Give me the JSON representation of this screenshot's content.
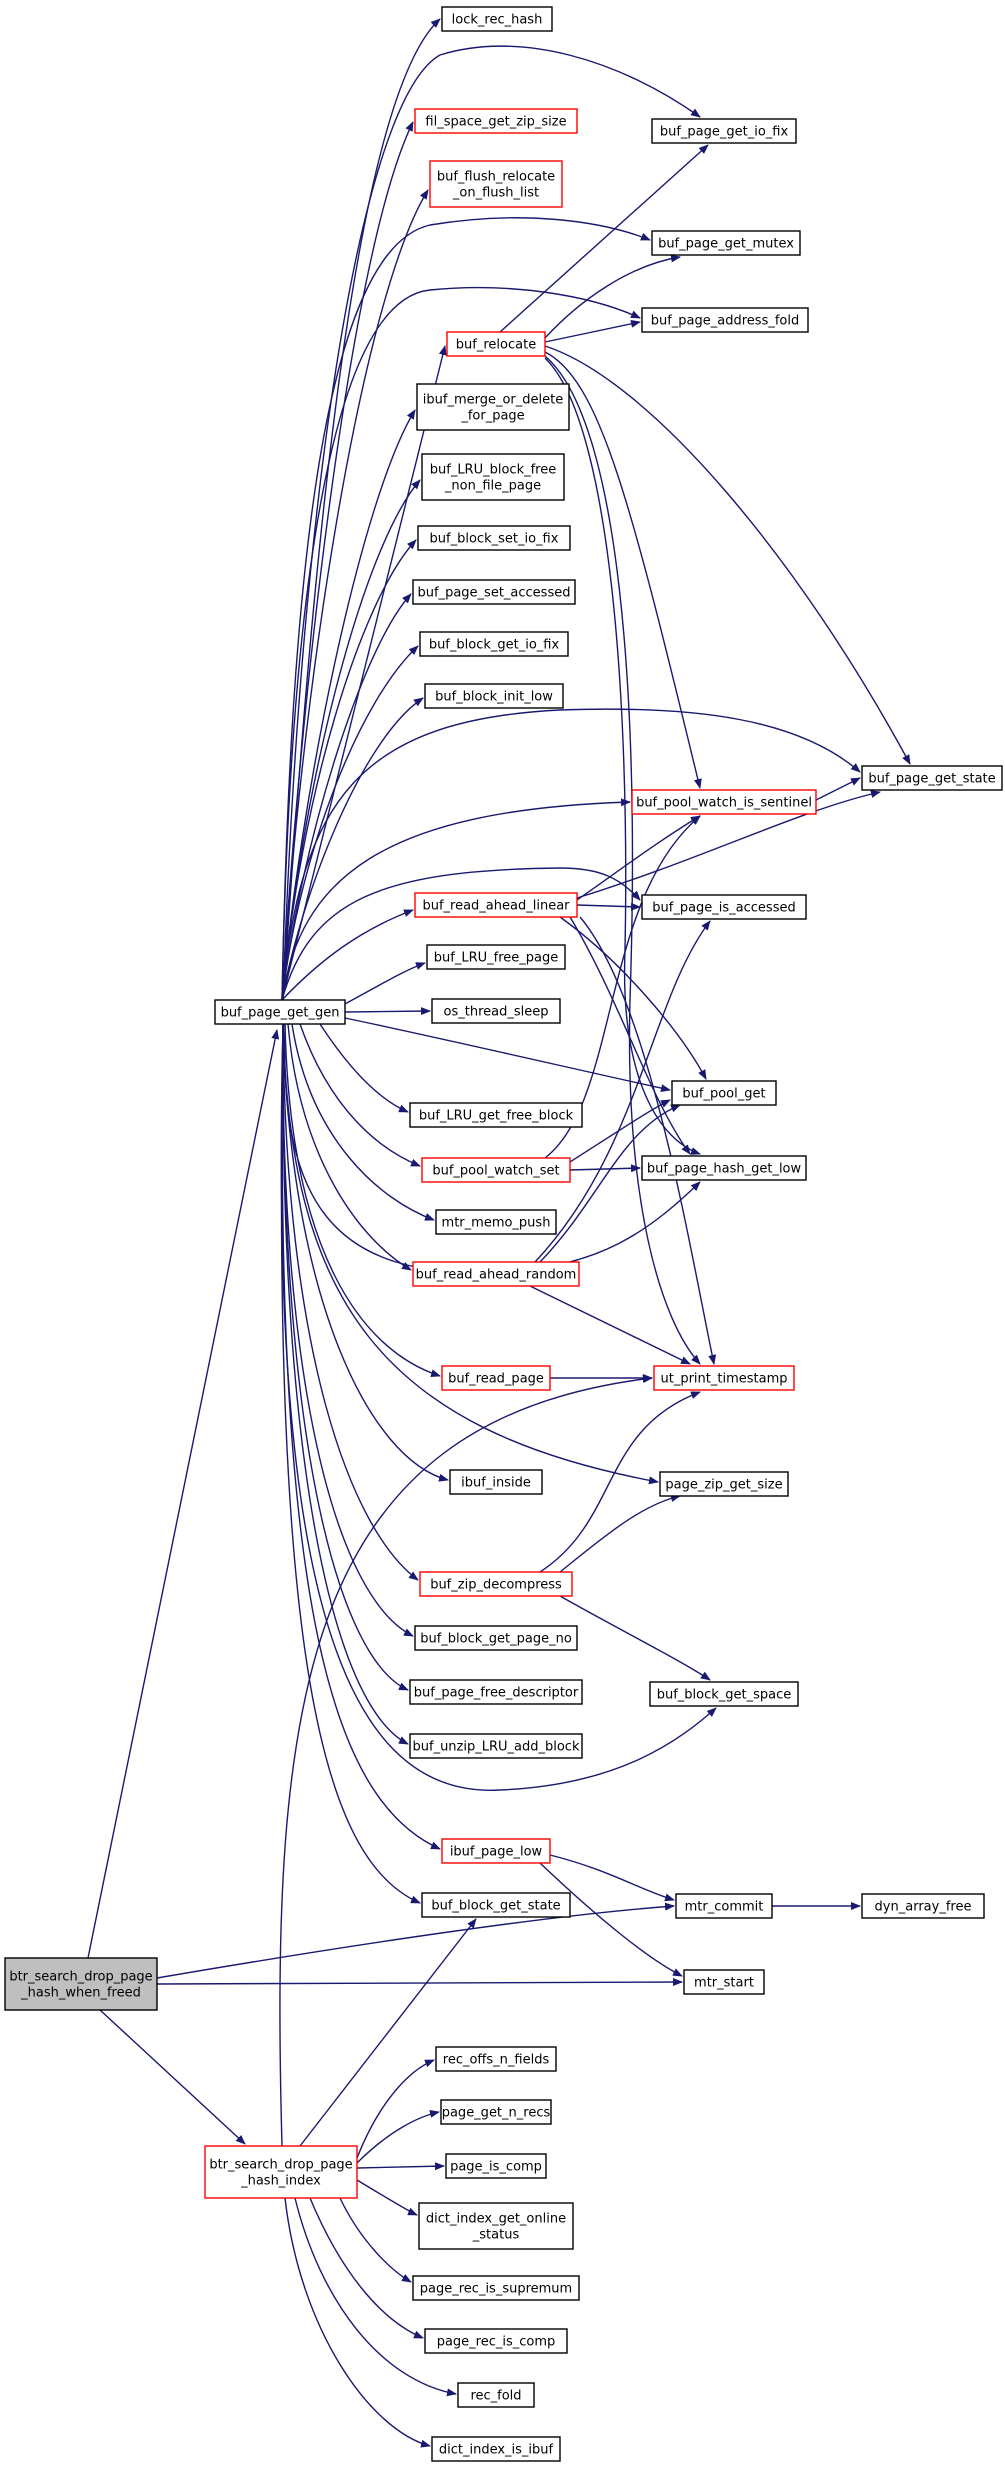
{
  "diagram": {
    "edge_color": "#191970",
    "node_border_normal": "#000000",
    "node_border_truncated": "#ff0000",
    "root_fill": "#bfbfbf",
    "nodes": [
      {
        "id": "root",
        "lines": [
          "btr_search_drop_page",
          "_hash_when_freed"
        ],
        "style": "root"
      },
      {
        "id": "drop_index",
        "lines": [
          "btr_search_drop_page",
          "_hash_index"
        ],
        "style": "red"
      },
      {
        "id": "gen",
        "lines": [
          "buf_page_get_gen"
        ],
        "style": "normal"
      },
      {
        "id": "lock_rec_hash",
        "lines": [
          "lock_rec_hash"
        ],
        "style": "normal"
      },
      {
        "id": "fil_space",
        "lines": [
          "fil_space_get_zip_size"
        ],
        "style": "red"
      },
      {
        "id": "flush_reloc",
        "lines": [
          "buf_flush_relocate",
          "_on_flush_list"
        ],
        "style": "red"
      },
      {
        "id": "relocate",
        "lines": [
          "buf_relocate"
        ],
        "style": "red"
      },
      {
        "id": "ibuf_merge",
        "lines": [
          "ibuf_merge_or_delete",
          "_for_page"
        ],
        "style": "normal"
      },
      {
        "id": "lru_block_free",
        "lines": [
          "buf_LRU_block_free",
          "_non_file_page"
        ],
        "style": "normal"
      },
      {
        "id": "block_set_io",
        "lines": [
          "buf_block_set_io_fix"
        ],
        "style": "normal"
      },
      {
        "id": "page_set_acc",
        "lines": [
          "buf_page_set_accessed"
        ],
        "style": "normal"
      },
      {
        "id": "block_get_io",
        "lines": [
          "buf_block_get_io_fix"
        ],
        "style": "normal"
      },
      {
        "id": "block_init_low",
        "lines": [
          "buf_block_init_low"
        ],
        "style": "normal"
      },
      {
        "id": "read_ahead_lin",
        "lines": [
          "buf_read_ahead_linear"
        ],
        "style": "red"
      },
      {
        "id": "lru_free_page",
        "lines": [
          "buf_LRU_free_page"
        ],
        "style": "normal"
      },
      {
        "id": "os_sleep",
        "lines": [
          "os_thread_sleep"
        ],
        "style": "normal"
      },
      {
        "id": "lru_get_free",
        "lines": [
          "buf_LRU_get_free_block"
        ],
        "style": "normal"
      },
      {
        "id": "pool_watch_set",
        "lines": [
          "buf_pool_watch_set"
        ],
        "style": "red"
      },
      {
        "id": "mtr_memo_push",
        "lines": [
          "mtr_memo_push"
        ],
        "style": "normal"
      },
      {
        "id": "read_ahead_rand",
        "lines": [
          "buf_read_ahead_random"
        ],
        "style": "red"
      },
      {
        "id": "read_page",
        "lines": [
          "buf_read_page"
        ],
        "style": "red"
      },
      {
        "id": "ibuf_inside",
        "lines": [
          "ibuf_inside"
        ],
        "style": "normal"
      },
      {
        "id": "zip_decomp",
        "lines": [
          "buf_zip_decompress"
        ],
        "style": "red"
      },
      {
        "id": "block_page_no",
        "lines": [
          "buf_block_get_page_no"
        ],
        "style": "normal"
      },
      {
        "id": "page_free_desc",
        "lines": [
          "buf_page_free_descriptor"
        ],
        "style": "normal"
      },
      {
        "id": "unzip_lru_add",
        "lines": [
          "buf_unzip_LRU_add_block"
        ],
        "style": "normal"
      },
      {
        "id": "ibuf_page_low",
        "lines": [
          "ibuf_page_low"
        ],
        "style": "red"
      },
      {
        "id": "block_get_state",
        "lines": [
          "buf_block_get_state"
        ],
        "style": "normal"
      },
      {
        "id": "rec_offs",
        "lines": [
          "rec_offs_n_fields"
        ],
        "style": "normal"
      },
      {
        "id": "page_n_recs",
        "lines": [
          "page_get_n_recs"
        ],
        "style": "normal"
      },
      {
        "id": "page_is_comp",
        "lines": [
          "page_is_comp"
        ],
        "style": "normal"
      },
      {
        "id": "dict_online",
        "lines": [
          "dict_index_get_online",
          "_status"
        ],
        "style": "normal"
      },
      {
        "id": "rec_supremum",
        "lines": [
          "page_rec_is_supremum"
        ],
        "style": "normal"
      },
      {
        "id": "rec_is_comp",
        "lines": [
          "page_rec_is_comp"
        ],
        "style": "normal"
      },
      {
        "id": "rec_fold",
        "lines": [
          "rec_fold"
        ],
        "style": "normal"
      },
      {
        "id": "dict_ibuf",
        "lines": [
          "dict_index_is_ibuf"
        ],
        "style": "normal"
      },
      {
        "id": "get_io_fix",
        "lines": [
          "buf_page_get_io_fix"
        ],
        "style": "normal"
      },
      {
        "id": "get_mutex",
        "lines": [
          "buf_page_get_mutex"
        ],
        "style": "normal"
      },
      {
        "id": "addr_fold",
        "lines": [
          "buf_page_address_fold"
        ],
        "style": "normal"
      },
      {
        "id": "get_state",
        "lines": [
          "buf_page_get_state"
        ],
        "style": "normal"
      },
      {
        "id": "watch_sentinel",
        "lines": [
          "buf_pool_watch_is_sentinel"
        ],
        "style": "red"
      },
      {
        "id": "is_accessed",
        "lines": [
          "buf_page_is_accessed"
        ],
        "style": "normal"
      },
      {
        "id": "pool_get",
        "lines": [
          "buf_pool_get"
        ],
        "style": "normal"
      },
      {
        "id": "hash_get_low",
        "lines": [
          "buf_page_hash_get_low"
        ],
        "style": "normal"
      },
      {
        "id": "ut_print_ts",
        "lines": [
          "ut_print_timestamp"
        ],
        "style": "red"
      },
      {
        "id": "zip_get_size",
        "lines": [
          "page_zip_get_size"
        ],
        "style": "normal"
      },
      {
        "id": "block_get_space",
        "lines": [
          "buf_block_get_space"
        ],
        "style": "normal"
      },
      {
        "id": "mtr_commit",
        "lines": [
          "mtr_commit"
        ],
        "style": "normal"
      },
      {
        "id": "mtr_start",
        "lines": [
          "mtr_start"
        ],
        "style": "normal"
      },
      {
        "id": "dyn_free",
        "lines": [
          "dyn_array_free"
        ],
        "style": "normal"
      }
    ]
  }
}
